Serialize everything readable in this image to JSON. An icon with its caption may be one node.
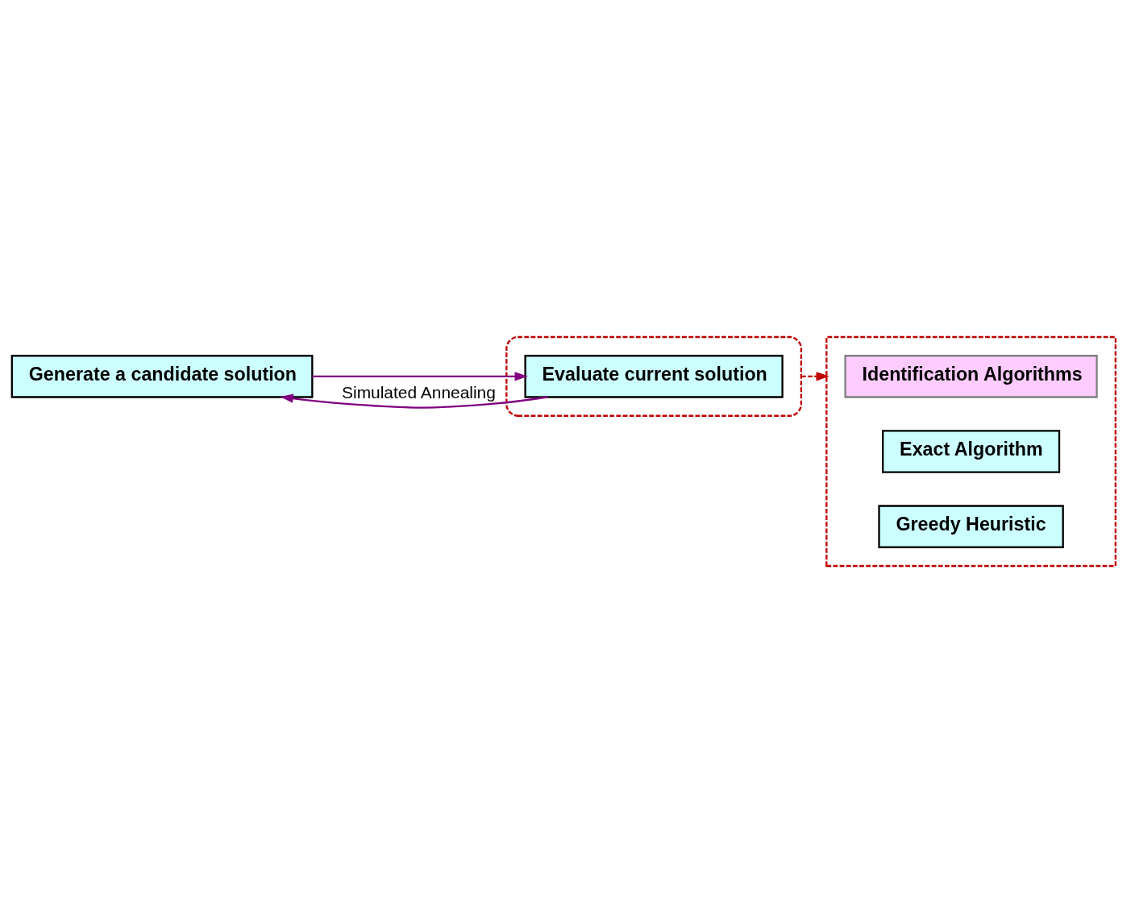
{
  "diagram": {
    "nodes": [
      {
        "text": [
          "Generate a candidate solution"
        ]
      },
      {
        "text": [],
        "shape": "ellipse"
      },
      {
        "text": [
          "Evaluate current solution"
        ],
        "in": 1
      },
      {
        "text": [],
        "shape": "box"
      },
      {
        "text": [
          "Identification Algorithms"
        ],
        "in": 3
      },
      {
        "text": [
          "Exact Algorithm"
        ],
        "in": 3
      },
      {
        "text": [
          "Greedy Heuristic"
        ],
        "in": 3
      }
    ],
    "edges": [
      {
        "from": 0,
        "to": 2,
        "arrow": "to"
      },
      {
        "from": 2,
        "to": 0,
        "arrow": "to",
        "label": "Simulated Annealing"
      },
      {
        "from": 1,
        "to": 3,
        "arrow": "to",
        "style": "dashed",
        "color": "#c00000"
      }
    ]
  }
}
